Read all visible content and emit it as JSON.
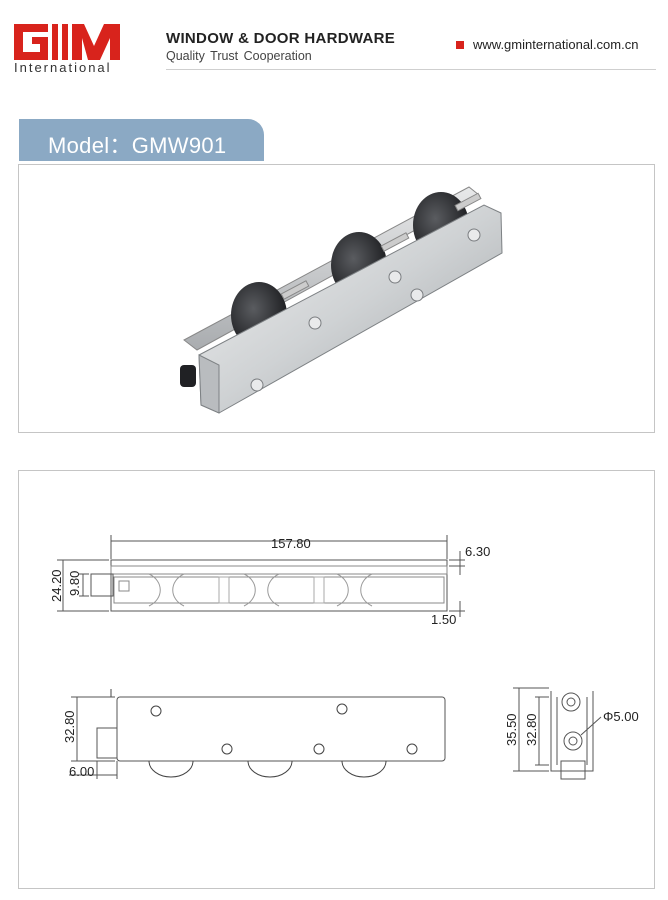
{
  "header": {
    "logo_text": "GM",
    "logo_subtitle": "International",
    "title": "WINDOW & DOOR HARDWARE",
    "tagline": "Quality  Trust  Cooperation",
    "website": "www.gminternational.com.cn"
  },
  "model": {
    "label": "Model：GMW901"
  },
  "colors": {
    "brand_red": "#d8231c",
    "tab_blue": "#8ba9c4"
  },
  "drawing": {
    "dims": {
      "length": "157.80",
      "top_offset": "6.30",
      "height": "24.20",
      "inner_height": "9.80",
      "bottom_gap": "1.50",
      "side_height": "32.80",
      "side_offset": "6.00",
      "section_height": "35.50",
      "section_inner": "32.80",
      "hole_diameter": "Φ5.00"
    }
  }
}
